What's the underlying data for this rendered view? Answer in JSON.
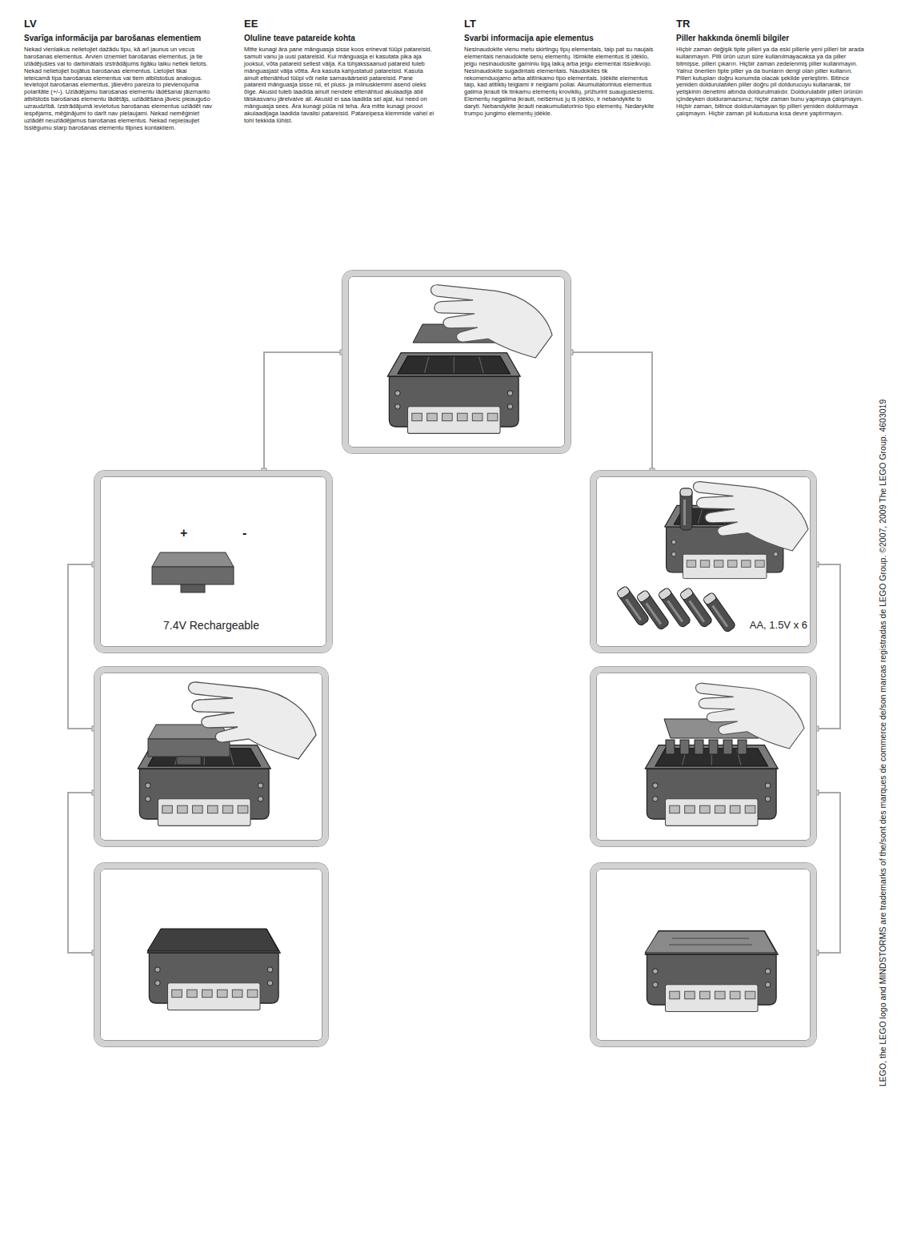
{
  "diagram": {
    "nodes": [
      {
        "text": []
      },
      {
        "text": [
          "+",
          "-",
          "7.4V Rechargeable"
        ]
      },
      {
        "text": [
          "AA, 1.5V x 6"
        ]
      },
      {
        "text": []
      },
      {
        "text": []
      },
      {
        "text": []
      },
      {
        "text": []
      }
    ],
    "edges": [
      {
        "from": 0,
        "to": 1,
        "arrow": "none"
      },
      {
        "from": 0,
        "to": 2,
        "arrow": "none"
      },
      {
        "from": 1,
        "to": 3,
        "arrow": "none"
      },
      {
        "from": 2,
        "to": 4,
        "arrow": "none"
      },
      {
        "from": 3,
        "to": 5,
        "arrow": "none"
      },
      {
        "from": 4,
        "to": 6,
        "arrow": "none"
      }
    ],
    "labels": [
      "LV",
      "Svarīga informācija par barošanas elementiem",
      "Nekad vienlaikus nelietojiet dažādu tipu, kā arī jaunus un vecus barošanas elementus. Arvien izņemiet barošanas elementus, ja tie izlādējušies vai to darbinātais izstrādājums ilgāku laiku netiek lietots. Nekad nelietojiet bojātus barošanas elementus. Lietojiet tikai ieteicamā tipa barošanas elementus vai tiem atbilstošus analogus. Ievietojot barošanas elementus, jāievēro pareiza to pievienojuma polaritāte (+/-). Uzlādējamu barošanas elementu lādēšanai jāizmanto atbilstošs barošanas elementu lādētājs, uzlādēšana jāveic pieaugušo uzraudzībā. Izstrādājumā ievietotus barošanas elementus uzlādēt nav iespējams, mēģinājumi to darīt nav pieļaujami. Nekad nemēģiniet uzlādēt neuzlādējamus barošanas elementus. Nekad nepieļaujiet īsslēgumu starp barošanas elementu tilpnes kontaktiem.",
      "EE",
      "Oluline teave patareide kohta",
      "Mitte kunagi ära pane mänguasja sisse koos erinevat tüüpi patareisid, samuti vanu ja uusi patareisid. Kui mänguasja ei kasutata pika aja jooksul, võta patareid sellest välja. Ka tühjakssaanud patareid tuleb mänguasjast välja võtta. Ära kasuta kahjustatud patareisid. Kasuta ainult ettenähtud tüüpi või neile samaväärseid patareisid. Pane patareid mänguasja sisse nii, et pluss- ja miinusklemmi asend oleks õige. Akusid tuleb laadida ainult nendele ettenähtud akulaadija abil täiskasvanu järelvalve all. Akusid ei saa laadida sel ajal, kui need on mänguasja sees. Ära kunagi püüa nii teha. Ära mitte kunagi proovi akulaadijaga laadida tavalisi patareisid. Patareipesa klemmide vahel ei tohi tekkida lühist.",
      "LT",
      "Svarbi informacija apie elementus",
      "Nesinaudokite vienu metu skirtingų tipų elementais, taip pat su naujais elementais nenaudokite senų elementų. Išimkite elementus iš įdėklo, jeigu nesinaudosite gaminiu ilgą laiką arba jeigu elementai išsieikvojo. Nesinaudokite sugadintais elementais. Naudokitės tik rekomenduojamo arba atitinkamo tipo elementais. Įdėkite elementus taip, kad atitiktų teigiami ir neigiami poliai. Akumuliatorinius elementus galima įkrauti tik tinkamu elementų kroviklių, prižiurint suaugusiesiems. Elementų negalima įkrauti, neišėmus jų iš įdėklo, ir nebandykite to daryti. Nebandykite įkrauti neakumuliatorinio tipo elementų. Nedarykite trumpo jungimo elementų įdėkle.",
      "TR",
      "Piller hakkında önemli bilgiler",
      "Hiçbir zaman değişik tipte pilleri ya da eski pillerle yeni pilleri bir arada kullanmayın. Pilli ürün uzun süre kullanılmayacaksa ya da piller bitmişse, pilleri çıkarın. Hiçbir zaman zedelenmiş piller kullanmayın. Yalnız önerilen tipte piller ya da bunların dengi olan piller kullanın. Pilleri kutupları doğru konumda olacak şekilde yerleştirin. Bitince yeniden doldurulabilen piller doğru pil doldurucuyu kullanarak, bir yetişkinin denetimi altında doldurulmalıdır. Doldurulabilir pilleri ürünün içindeyken dolduramazsınız; hiçbir zaman bunu yapmaya çalışmayın. Hiçbir zaman, bitince doldurulamayan tip pilleri yeniden doldurmaya çalışmayın. Hiçbir zaman pil kutusuna kısa devre yaptırmayın.",
      "LEGO, the LEGO logo and MINDSTORMS are trademarks of the/sont des marques de commerce de/son marcas registradas de LEGO Group.  ©2007, 2009 The LEGO Group. 4603019"
    ]
  }
}
